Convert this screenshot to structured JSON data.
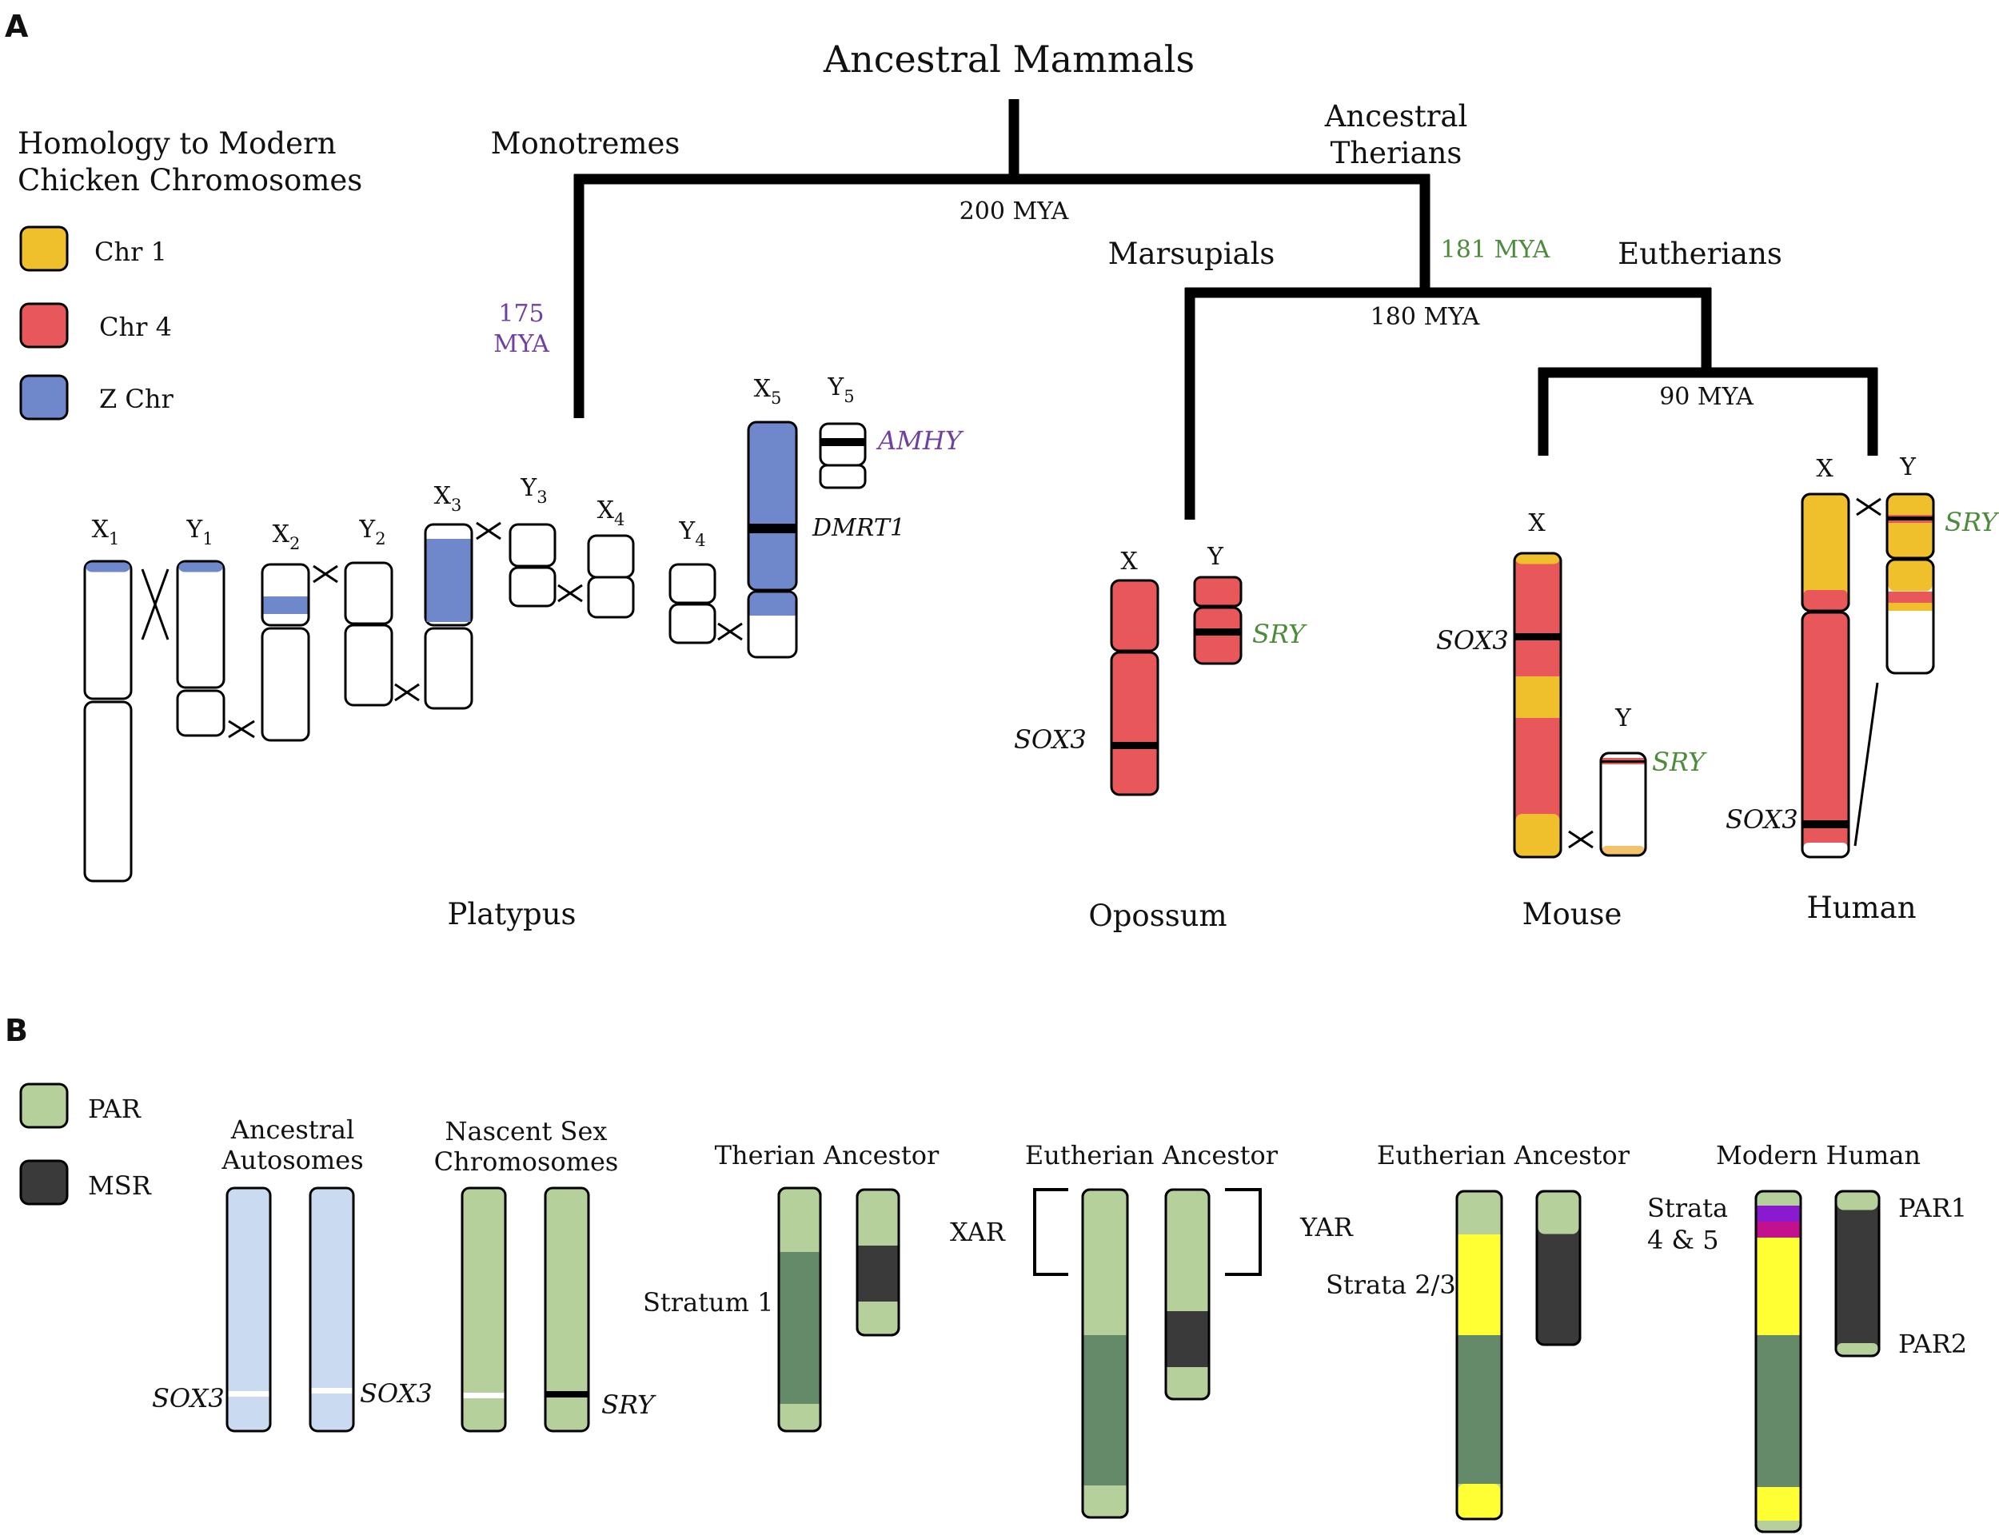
{
  "colors": {
    "chr1": "#f0bf2c",
    "chr4": "#e8575a",
    "z": "#6f88cc",
    "par": "#b5d09a",
    "msr": "#3a3a3a",
    "autosome": "#c9daf1",
    "stratum1": "#648a6a",
    "strata23": "#ffff33",
    "stratum4": "#8a1ad0",
    "stratum5": "#c2108f",
    "green_label": "#4b8b3b",
    "purple_label": "#7040a0"
  },
  "panel_a": {
    "label": "A",
    "legend": {
      "title_line1": "Homology to Modern",
      "title_line2": "Chicken Chromosomes",
      "items": [
        "Chr 1",
        "Chr 4",
        "Z Chr"
      ]
    },
    "tree": {
      "root": "Ancestral Mammals",
      "monotremes": "Monotremes",
      "ancestral_therians_line1": "Ancestral",
      "ancestral_therians_line2": "Therians",
      "marsupials": "Marsupials",
      "eutherians": "Eutherians",
      "mya_200": "200 MYA",
      "mya_175_line1": "175",
      "mya_175_line2": "MYA",
      "mya_181": "181 MYA",
      "mya_180": "180 MYA",
      "mya_90": "90 MYA"
    },
    "platypus": {
      "name": "Platypus",
      "labels": [
        {
          "base": "X",
          "sub": "1"
        },
        {
          "base": "Y",
          "sub": "1"
        },
        {
          "base": "X",
          "sub": "2"
        },
        {
          "base": "Y",
          "sub": "2"
        },
        {
          "base": "X",
          "sub": "3"
        },
        {
          "base": "Y",
          "sub": "3"
        },
        {
          "base": "X",
          "sub": "4"
        },
        {
          "base": "Y",
          "sub": "4"
        },
        {
          "base": "X",
          "sub": "5"
        },
        {
          "base": "Y",
          "sub": "5"
        }
      ],
      "gene_amhy": "AMHY",
      "gene_dmrt1": "DMRT1"
    },
    "opossum": {
      "name": "Opossum",
      "x": "X",
      "y": "Y",
      "gene_sox3": "SOX3",
      "gene_sry": "SRY"
    },
    "mouse": {
      "name": "Mouse",
      "x": "X",
      "y": "Y",
      "gene_sox3": "SOX3",
      "gene_sry": "SRY"
    },
    "human": {
      "name": "Human",
      "x": "X",
      "y": "Y",
      "gene_sox3": "SOX3",
      "gene_sry": "SRY"
    }
  },
  "panel_b": {
    "label": "B",
    "legend": {
      "items": [
        "PAR",
        "MSR"
      ]
    },
    "stages": {
      "autosomes_line1": "Ancestral",
      "autosomes_line2": "Autosomes",
      "nascent_line1": "Nascent Sex",
      "nascent_line2": "Chromosomes",
      "therian": "Therian Ancestor",
      "eutherian1": "Eutherian Ancestor",
      "eutherian2": "Eutherian Ancestor",
      "modern": "Modern Human"
    },
    "labels": {
      "sox3": "SOX3",
      "sry": "SRY",
      "stratum1": "Stratum 1",
      "xar": "XAR",
      "yar": "YAR",
      "strata23": "Strata 2/3",
      "strata45_line1": "Strata",
      "strata45_line2": "4 & 5",
      "par1": "PAR1",
      "par2": "PAR2"
    }
  }
}
